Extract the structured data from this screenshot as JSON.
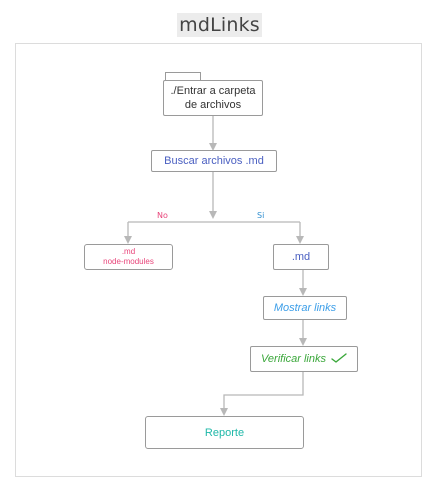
{
  "title": "mdLinks",
  "nodes": {
    "entrar_line1": "./Entrar a carpeta",
    "entrar_line2": "de archivos",
    "buscar": "Buscar archivos .md",
    "no_md_line1": ".md",
    "no_md_line2": "node-modules",
    "md": ".md",
    "mostrar": "Mostrar links",
    "verificar": "Verificar links",
    "reporte": "Reporte"
  },
  "branches": {
    "no": "No",
    "si": "Si"
  },
  "icons": {
    "verificar_check": "checkmark-icon"
  },
  "colors": {
    "title_bg": "#ececec",
    "border": "#9a9a9a",
    "arrow": "#b8b8b8",
    "buscar_text": "#4a5fc1",
    "no_text": "#e8457a",
    "si_text": "#2f8fd0",
    "mostrar_text": "#3c9ee8",
    "verificar_text": "#3aa73a",
    "reporte_text": "#1fb8a8"
  }
}
